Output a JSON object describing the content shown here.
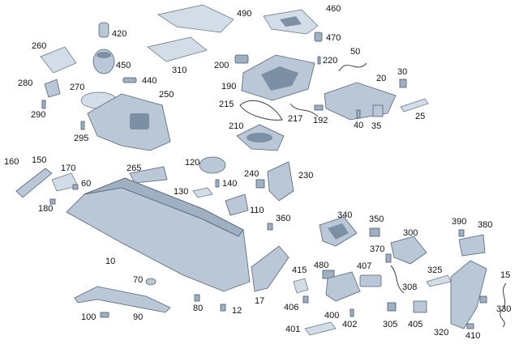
{
  "labels": {
    "l490": "490",
    "l460": "460",
    "l420": "420",
    "l470": "470",
    "l260": "260",
    "l450": "450",
    "l310": "310",
    "l200": "200",
    "l220": "220",
    "l50": "50",
    "l440": "440",
    "l280": "280",
    "l270": "270",
    "l250": "250",
    "l190": "190",
    "l30": "30",
    "l20": "20",
    "l290": "290",
    "l215": "215",
    "l217": "217",
    "l192": "192",
    "l40": "40",
    "l35": "35",
    "l25": "25",
    "l295": "295",
    "l210": "210",
    "l160": "160",
    "l150": "150",
    "l170": "170",
    "l60": "60",
    "l265": "265",
    "l120": "120",
    "l140": "140",
    "l240": "240",
    "l230": "230",
    "l130": "130",
    "l180": "180",
    "l110": "110",
    "l340": "340",
    "l350": "350",
    "l360": "360",
    "l390": "390",
    "l380": "380",
    "l300": "300",
    "l370": "370",
    "l10": "10",
    "l325": "325",
    "l415": "415",
    "l480": "480",
    "l407": "407",
    "l308": "308",
    "l15": "15",
    "l70": "70",
    "l80": "80",
    "l12": "12",
    "l17": "17",
    "l406": "406",
    "l400": "400",
    "l330": "330",
    "l100": "100",
    "l90": "90",
    "l402": "402",
    "l305": "305",
    "l405": "405",
    "l401": "401",
    "l320": "320",
    "l410": "410"
  },
  "colors": {
    "part_fill": "#b9c7d6",
    "part_stroke": "#55657a",
    "label_text": "#111111",
    "background": "#ffffff"
  }
}
